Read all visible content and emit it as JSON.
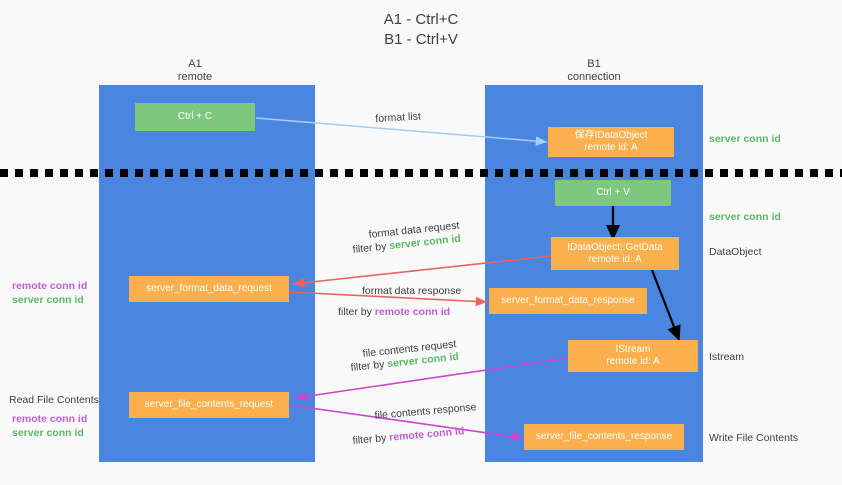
{
  "title": {
    "line1": "A1 - Ctrl+C",
    "line2": "B1 - Ctrl+V"
  },
  "lanes": [
    {
      "id": "a1",
      "name": "A1",
      "sub": "remote"
    },
    {
      "id": "b1",
      "name": "B1",
      "sub": "connection"
    }
  ],
  "boxes": {
    "ctrl_c": {
      "line1": "Ctrl + C",
      "line2": ""
    },
    "idataobject_create": {
      "line1": "保存IDataObject",
      "line2": "remote id: A"
    },
    "ctrl_v": {
      "line1": "Ctrl + V",
      "line2": ""
    },
    "getdata": {
      "line1": "IDataObject::GetData",
      "line2": "remote id: A"
    },
    "format_data_request": {
      "line1": "server_format_data_request",
      "line2": ""
    },
    "format_data_response": {
      "line1": "server_format_data_response",
      "line2": ""
    },
    "istream": {
      "line1": "IStream",
      "line2": "remote id: A"
    },
    "file_contents_request": {
      "line1": "server_file_contents_request",
      "line2": ""
    },
    "file_contents_response": {
      "line1": "server_file_contents_response",
      "line2": ""
    }
  },
  "annotations": {
    "format_list": "format list",
    "format_data_request": "format data request",
    "format_data_request_filter_prefix": "filter by ",
    "format_data_request_filter_key": "server conn id",
    "format_data_response": "format data response",
    "format_data_response_filter_prefix": "filter by ",
    "format_data_response_filter_key": "remote conn id",
    "file_contents_request": "file contents request",
    "file_contents_request_filter_prefix": "filter by ",
    "file_contents_request_filter_key": "server conn id",
    "file_contents_response": "file contents response",
    "file_contents_response_filter_prefix": "filter by ",
    "file_contents_response_filter_key": "remote conn id"
  },
  "right_labels": {
    "server_conn_id_1": "server conn id",
    "server_conn_id_2": "server conn id",
    "dataobject": "DataObject",
    "istream": "Istream",
    "write_file_contents": "Write File Contents"
  },
  "left_labels": {
    "remote_conn_id_1": "remote conn id",
    "server_conn_id_1": "server conn id",
    "read_file_contents": "Read File Contents",
    "remote_conn_id_2": "remote conn id",
    "server_conn_id_2": "server conn id"
  },
  "colors": {
    "background": "#f9f9f9",
    "lane": "#4a86e0",
    "box_green": "#7dc77f",
    "box_orange": "#fbb04d",
    "accent_green": "#5cb860",
    "accent_purple": "#c060d8",
    "arrow_lightblue": "#a8cdf0",
    "arrow_red": "#e8655f",
    "arrow_magenta": "#cc44cc",
    "arrow_black": "#000000",
    "text": "#3c4043"
  }
}
